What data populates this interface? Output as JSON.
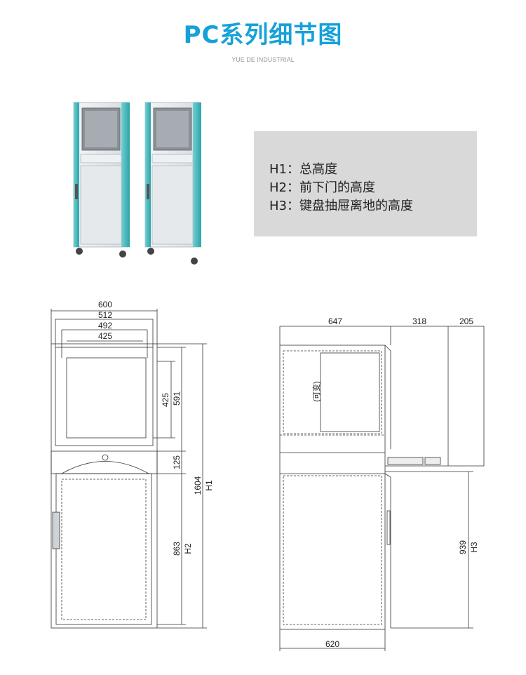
{
  "header": {
    "title": "PC系列细节图",
    "subtitle": "YUE DE INDUSTRIAL"
  },
  "legend": {
    "items": [
      "H1：总高度",
      "H2：前下门的高度",
      "H3：键盘抽屉离地的高度"
    ]
  },
  "front_view": {
    "dims": {
      "width_600": "600",
      "width_512": "512",
      "width_492": "492",
      "width_425": "425",
      "height_425": "425",
      "height_591": "591",
      "height_125": "125",
      "height_1604": "1604",
      "label_h1": "H1",
      "height_863": "863",
      "label_h2": "H2"
    }
  },
  "side_view": {
    "dims": {
      "depth_647": "647",
      "depth_318": "318",
      "depth_205": "205",
      "variable": "(可变)",
      "height_939": "939",
      "label_h3": "H3",
      "depth_620": "620"
    }
  },
  "colors": {
    "title": "#16a1d9",
    "accent_panel": "#3fb3b8",
    "cabinet_body": "#e9ecef",
    "legend_bg": "#d9d9d9"
  }
}
